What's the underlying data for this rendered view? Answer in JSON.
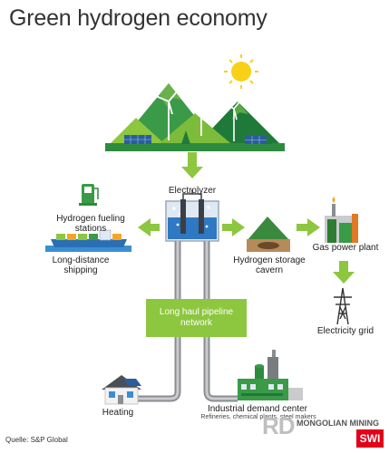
{
  "title": "Green hydrogen economy",
  "labels": {
    "electrolyzer": "Electrolyzer",
    "fueling_1": "Hydrogen fueling",
    "fueling_2": "stations",
    "shipping_1": "Long-distance",
    "shipping_2": "shipping",
    "storage_1": "Hydrogen storage",
    "storage_2": "cavern",
    "gas_plant": "Gas power plant",
    "grid": "Electricity grid",
    "pipeline_1": "Long haul pipeline",
    "pipeline_2": "network",
    "heating": "Heating",
    "industrial": "Industrial demand center",
    "industrial_sub": "Refineries, chemical plants, steel makers"
  },
  "source": "Quelle: S&P Global",
  "watermark": {
    "rd": "RD",
    "company": "MONGOLIAN MINING",
    "swi": "SWI"
  },
  "colors": {
    "accent_green": "#8dc63f",
    "dark_green": "#2e8b3d",
    "sun": "#f7d117",
    "swi_red": "#e2001a"
  }
}
